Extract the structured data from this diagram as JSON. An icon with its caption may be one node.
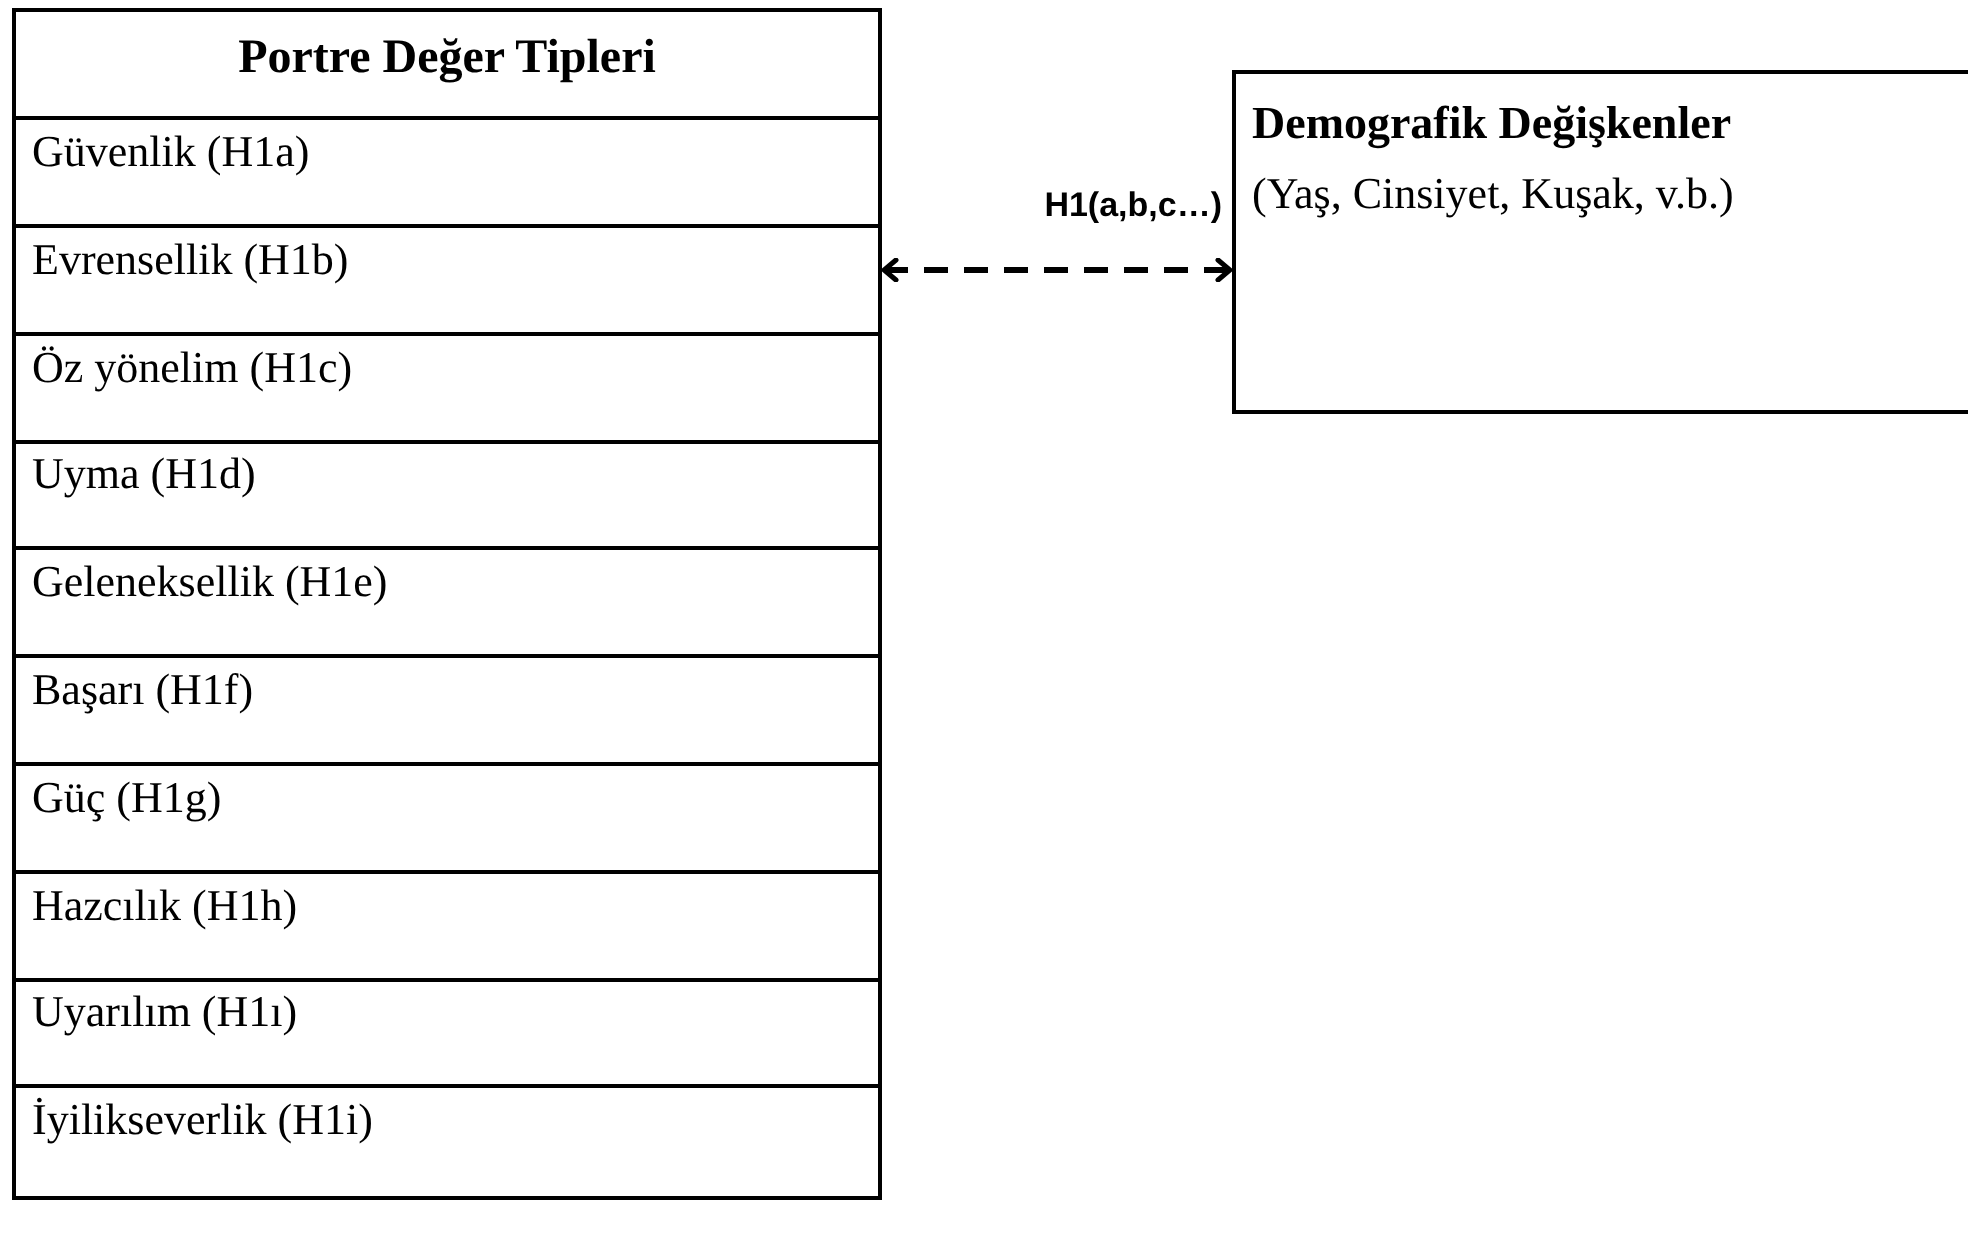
{
  "diagram": {
    "nodes": [
      {
        "text": [
          "Portre Değer Tipleri"
        ]
      },
      {
        "text": [
          "Güvenlik (H1a)"
        ],
        "in": 0
      },
      {
        "text": [
          "Evrensellik (H1b)"
        ],
        "in": 0
      },
      {
        "text": [
          "Öz yönelim (H1c)"
        ],
        "in": 0
      },
      {
        "text": [
          "Uyma (H1d)"
        ],
        "in": 0
      },
      {
        "text": [
          "Geleneksellik (H1e)"
        ],
        "in": 0
      },
      {
        "text": [
          "Başarı (H1f)"
        ],
        "in": 0
      },
      {
        "text": [
          "Güç (H1g)"
        ],
        "in": 0
      },
      {
        "text": [
          "Hazcılık (H1h)"
        ],
        "in": 0
      },
      {
        "text": [
          "Uyarılım (H1ı)"
        ],
        "in": 0
      },
      {
        "text": [
          "İyilikseverlik (H1i)"
        ],
        "in": 0
      },
      {
        "text": [
          "Demografik Değişkenler",
          "(Yaş, Cinsiyet, Kuşak, v.b.)"
        ]
      }
    ],
    "edges": [
      {
        "from": 0,
        "to": 11,
        "arrow": "both",
        "style": "dashed",
        "label": "H1(a,b,c…)"
      }
    ]
  }
}
